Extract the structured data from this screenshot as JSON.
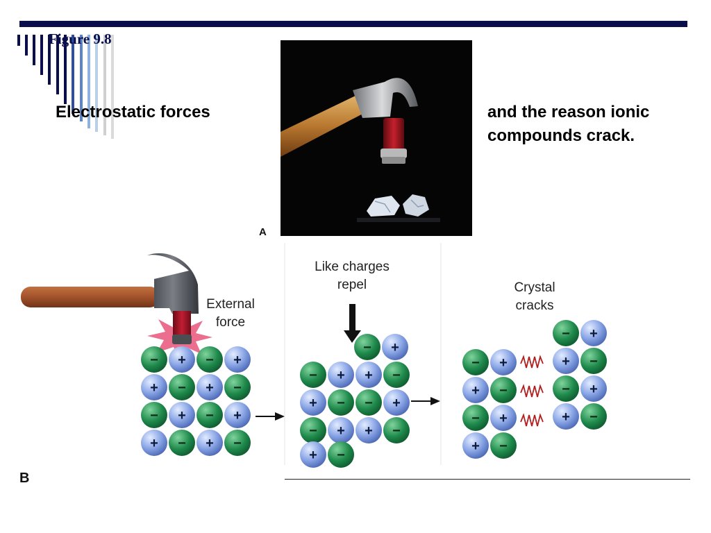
{
  "figure_label": "Figure 9.8",
  "caption_left": "Electrostatic forces",
  "caption_right_line1": "and the reason ionic",
  "caption_right_line2": "compounds crack.",
  "panel_a_letter": "A",
  "panel_b_letter": "B",
  "labels": {
    "external_force_1": "External",
    "external_force_2": "force",
    "like_charges_1": "Like charges",
    "like_charges_2": "repel",
    "crystal_cracks_1": "Crystal",
    "crystal_cracks_2": "cracks"
  },
  "symbols": {
    "minus": "−",
    "plus": "+"
  },
  "colors": {
    "anion_green": "#1f8a4c",
    "cation_blue": "#6f8fd6",
    "handle_brown": "#a2522c",
    "hammer_grey": "#5b5f66",
    "head_red": "#b3152a",
    "impact_pink": "#e8557a",
    "crack_red": "#b21f1f",
    "bar_navy": "#0a0e4a"
  },
  "lattices": {
    "panel1": [
      [
        "-",
        "+",
        "-",
        "+"
      ],
      [
        "+",
        "-",
        "+",
        "-"
      ],
      [
        "-",
        "+",
        "-",
        "+"
      ],
      [
        "+",
        "-",
        "+",
        "-"
      ]
    ],
    "panel2_top": [
      "-",
      "+"
    ],
    "panel2": [
      [
        "-",
        "+",
        "+",
        "-"
      ],
      [
        "+",
        "-",
        "-",
        "+"
      ],
      [
        "-",
        "+",
        "+",
        "-"
      ]
    ],
    "panel2_bottom": [
      "+",
      "-"
    ],
    "panel3_left": [
      [
        "-",
        "+"
      ],
      [
        "+",
        "-"
      ],
      [
        "-",
        "+"
      ],
      [
        "+",
        "-"
      ]
    ],
    "panel3_right": [
      [
        "-",
        "+"
      ],
      [
        "+",
        "-"
      ],
      [
        "-",
        "+"
      ],
      [
        "+",
        "-"
      ]
    ]
  }
}
